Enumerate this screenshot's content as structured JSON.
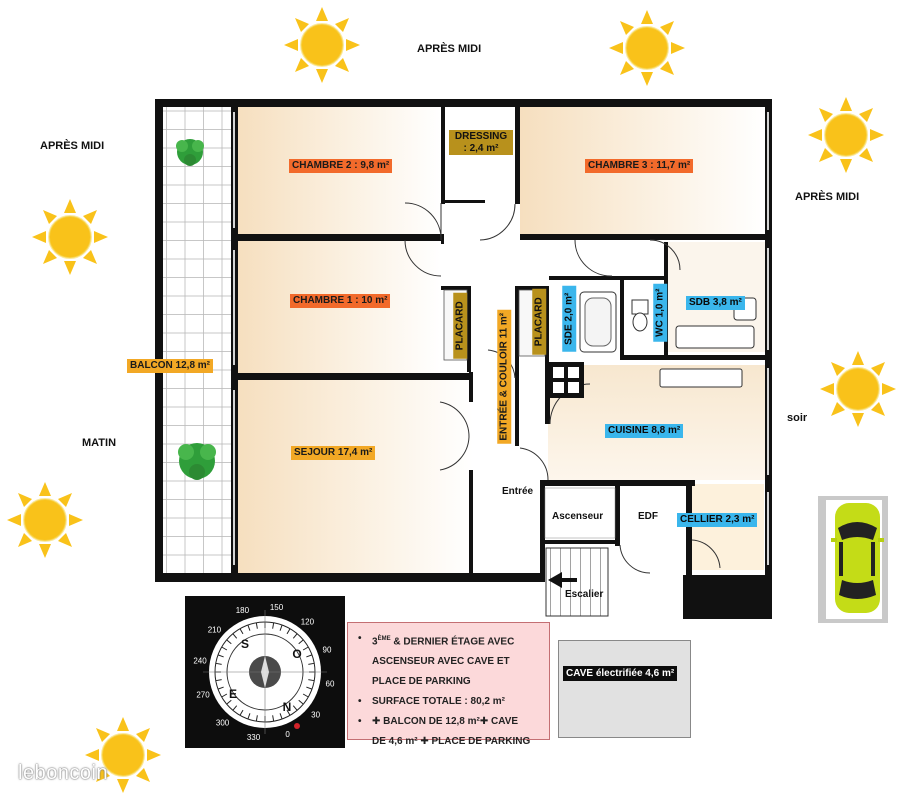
{
  "orientation": {
    "top": "APRÈS MIDI",
    "top_left": "APRÈS MIDI",
    "right_upper": "APRÈS MIDI",
    "left": "MATIN",
    "right": "soir"
  },
  "rooms": {
    "chambre2": "CHAMBRE 2 : 9,8 m²",
    "dressing_line1": "DRESSING",
    "dressing_line2": ": 2,4 m²",
    "chambre3": "CHAMBRE 3 : 11,7 m²",
    "chambre1": "CHAMBRE 1 : 10 m²",
    "placard_left": "PLACARD",
    "entree_couloir": "ENTRÉE & COULOIR 11 m²",
    "placard_right": "PLACARD",
    "sde": "SDE 2,0 m²",
    "wc": "WC 1,0 m²",
    "sdb": "SDB 3,8 m²",
    "balcon": "BALCON 12,8 m²",
    "sejour": "SEJOUR 17,4 m²",
    "cuisine": "CUISINE 8,8 m²",
    "entree": "Entrée",
    "ascenseur": "Ascenseur",
    "edf": "EDF",
    "cellier": "CELLIER 2,3 m²",
    "escalier": "Escalier"
  },
  "info_box": {
    "items": [
      [
        "3",
        "ÈME",
        " & DERNIER ÉTAGE AVEC"
      ],
      "ASCENSEUR AVEC CAVE ET",
      "PLACE DE PARKING",
      "SURFACE TOTALE : 80,2 m²",
      "+ BALCON DE 12,8  m²+ CAVE",
      "DE 4,6 m² + PLACE DE PARKING"
    ]
  },
  "info_lines": {
    "l1a": "3",
    "l1sup": "ÈME",
    "l1b": " & DERNIER ÉTAGE AVEC",
    "l2": "ASCENSEUR AVEC CAVE ET",
    "l3": "PLACE DE PARKING",
    "l4": "SURFACE TOTALE : 80,2 m²",
    "l5": "✚ BALCON DE 12,8  m²✚ CAVE",
    "l6": "DE 4,6 m² ✚ PLACE DE PARKING"
  },
  "cave_label": "CAVE électrifiée  4,6 m²",
  "compass": {
    "degrees": [
      "0",
      "30",
      "60",
      "90",
      "120",
      "150",
      "180",
      "210",
      "240",
      "270",
      "300",
      "330"
    ],
    "cardinals": {
      "S": "S",
      "O": "O",
      "N": "N",
      "E": "E"
    }
  },
  "watermark": "leboncoin",
  "colors": {
    "orange_label": "#f26a2b",
    "amber_label": "#f2a825",
    "blue_label": "#3ab6ec",
    "gold_label": "#b8911c",
    "sun": "#f9c21a",
    "car": "#c4dc17",
    "info_bg": "#fcd9da"
  }
}
